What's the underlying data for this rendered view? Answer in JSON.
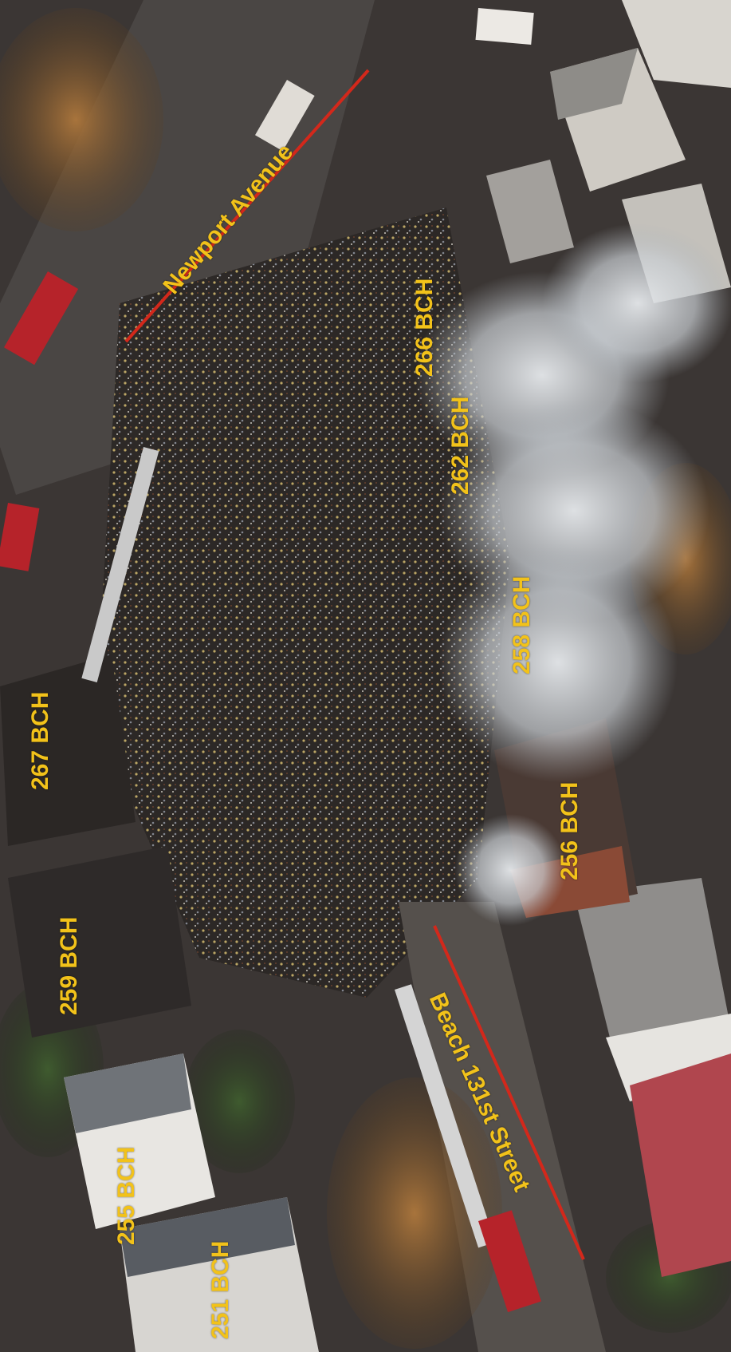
{
  "streets": {
    "newport": "Newport Avenue",
    "beach131": "Beach 131st Street"
  },
  "lots": {
    "lot266": "266 BCH",
    "lot262": "262 BCH",
    "lot258": "258 BCH",
    "lot256": "256 BCH",
    "lot267": "267 BCH",
    "lot259": "259 BCH",
    "lot255": "255 BCH",
    "lot251": "251 BCH"
  },
  "colors": {
    "label": "#f2c21a",
    "street_line": "#d3281b"
  }
}
